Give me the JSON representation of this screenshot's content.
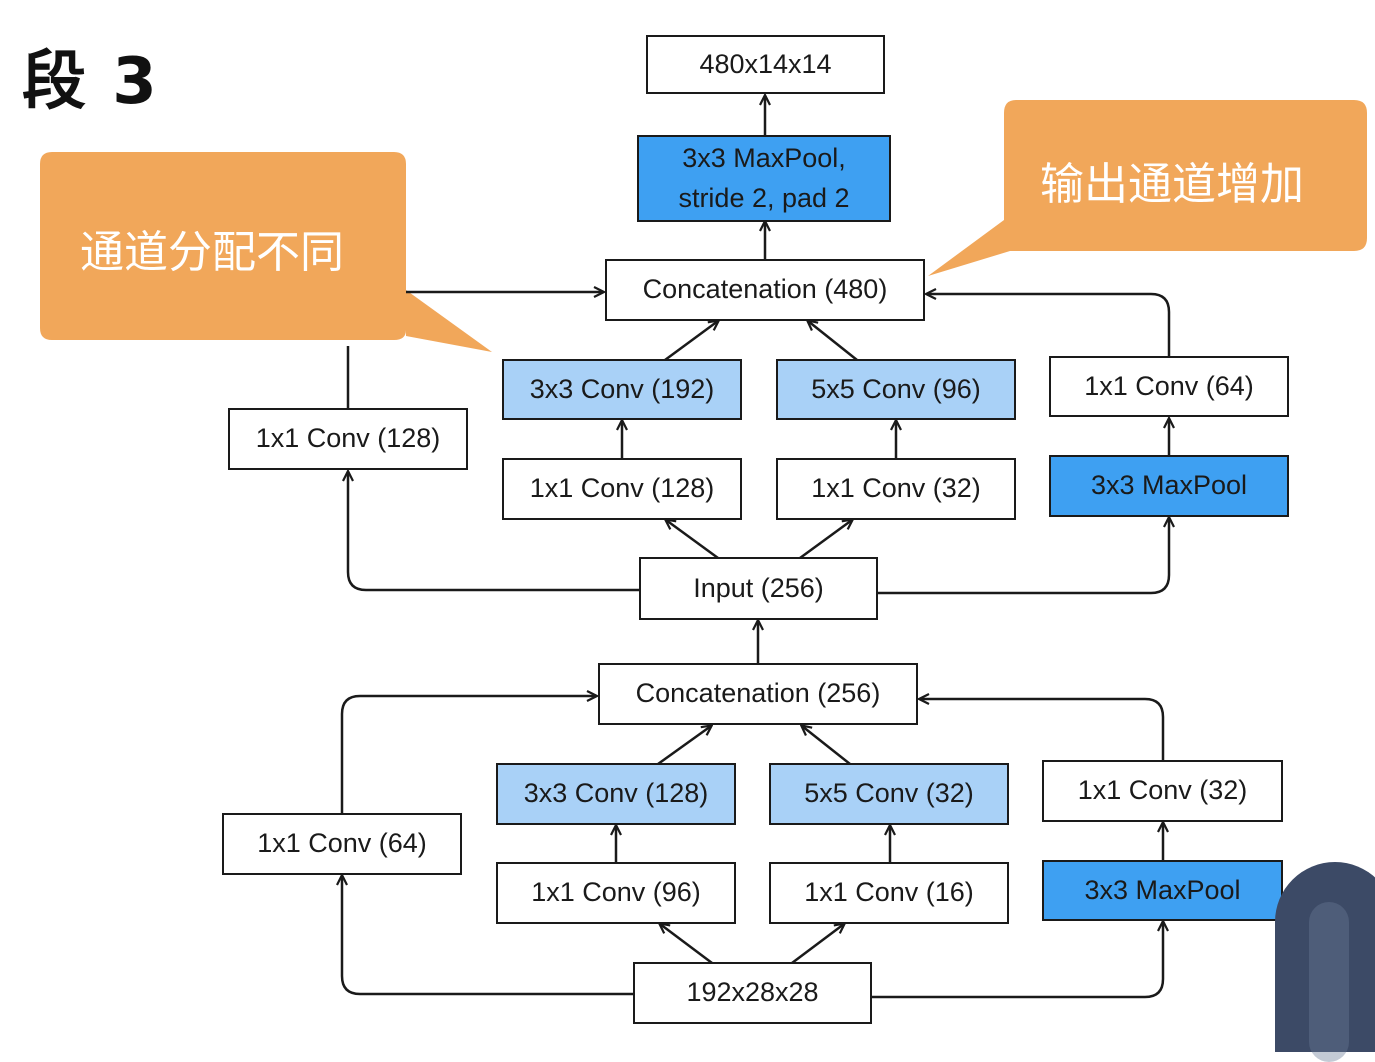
{
  "title": "段 3",
  "callouts": {
    "left": "通道分配不同",
    "right": "输出通道增加"
  },
  "upper_block": {
    "output": "480x14x14",
    "maxpool_final": "3x3 MaxPool,\nstride 2, pad 2",
    "concat": "Concatenation (480)",
    "conv3x3": "3x3 Conv (192)",
    "conv5x5": "5x5 Conv (96)",
    "conv1x1_pool": "1x1 Conv (64)",
    "conv1x1_direct": "1x1 Conv (128)",
    "reduce3x3": "1x1 Conv (128)",
    "reduce5x5": "1x1 Conv (32)",
    "maxpool": "3x3 MaxPool",
    "input": "Input (256)"
  },
  "lower_block": {
    "concat": "Concatenation (256)",
    "conv3x3": "3x3 Conv (128)",
    "conv5x5": "5x5 Conv (32)",
    "conv1x1_pool": "1x1 Conv (32)",
    "conv1x1_direct": "1x1 Conv (64)",
    "reduce3x3": "1x1 Conv (96)",
    "reduce5x5": "1x1 Conv (16)",
    "maxpool": "3x3 MaxPool",
    "input": "192x28x28"
  },
  "colors": {
    "callout": "#f1a75a",
    "conv_light_blue": "#a9d1f7",
    "maxpool_blue": "#3ea0f2"
  }
}
